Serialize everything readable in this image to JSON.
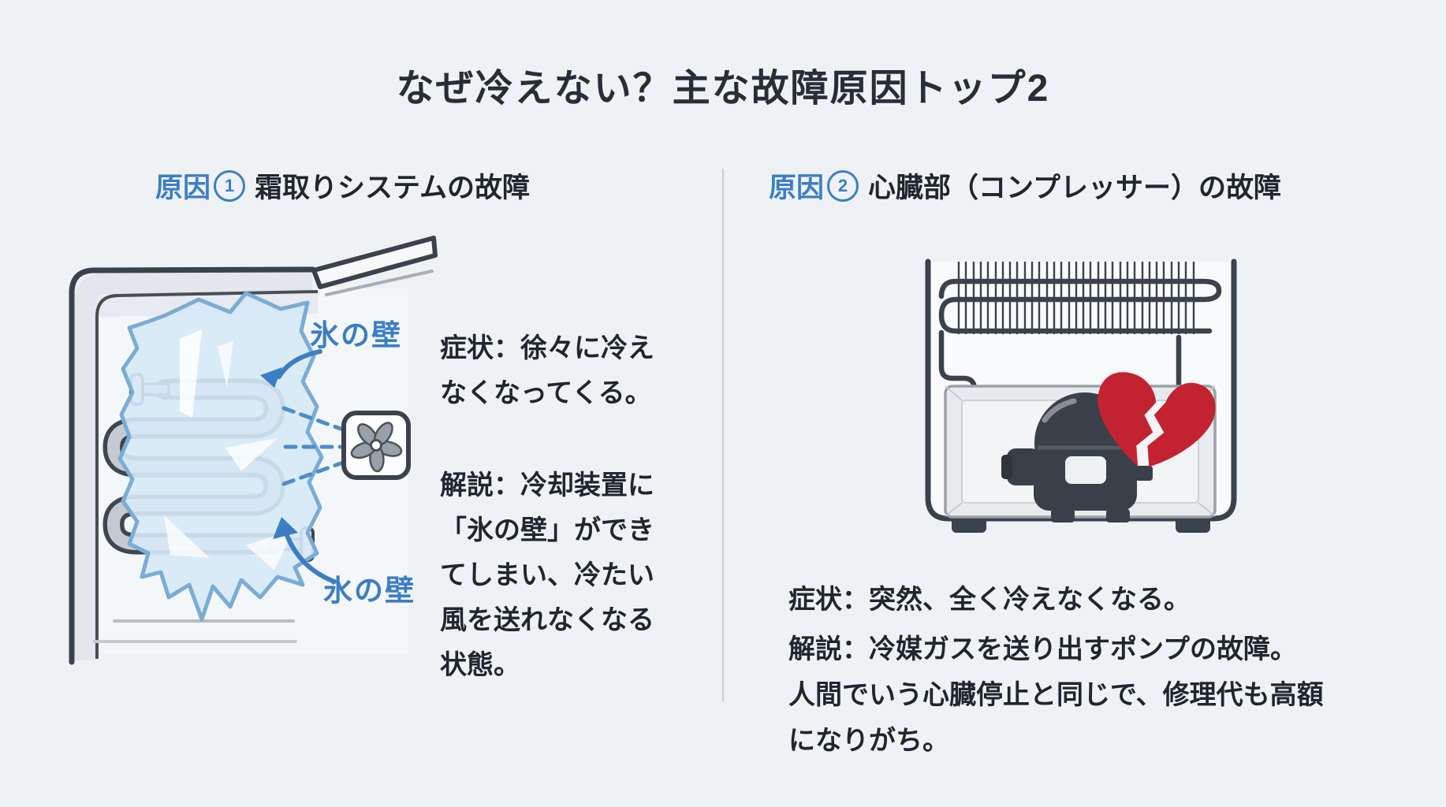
{
  "title": "なぜ冷えない？主な故障原因トップ2",
  "left": {
    "cause_label": "原因",
    "cause_number": "1",
    "heading": "霜取りシステムの故障",
    "ice_label_top": "氷の壁",
    "ice_label_bottom": "氷の壁",
    "symptom": "症状：徐々に冷え\nなくなってくる。",
    "explanation": "解説：冷却装置に\n「氷の壁」ができ\nてしまい、冷たい\n風を送れなくなる\n状態。"
  },
  "right": {
    "cause_label": "原因",
    "cause_number": "2",
    "heading": "心臓部（コンプレッサー）の故障",
    "symptom": "症状：突然、全く冷えなくなる。",
    "explanation": "解説：冷媒ガスを送り出すポンプの故障。\n人間でいう心臓停止と同じで、修理代も高額\nになりがち。"
  },
  "icons": {
    "fan": "fan-icon",
    "broken_heart": "broken-heart-icon",
    "freezer": "freezer-illustration",
    "fridge_back": "fridge-back-illustration"
  },
  "colors": {
    "accent_blue": "#3c7ec3",
    "heart_red": "#c32330",
    "ink": "#20262e",
    "outline_dark": "#3a424d",
    "ice_fill": "#d7e9f7",
    "ice_stroke": "#7aacd6",
    "background": "#eff2f5",
    "divider": "#c9cdd3"
  }
}
